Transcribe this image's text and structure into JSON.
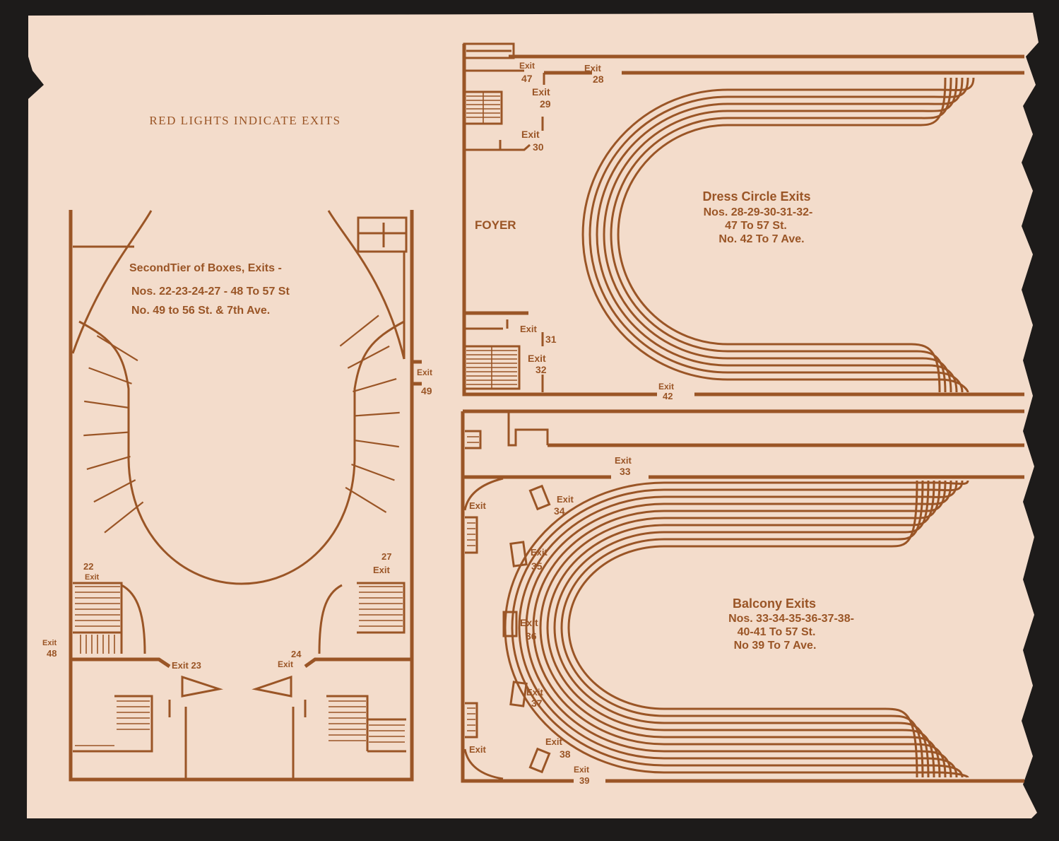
{
  "notice": "RED LIGHTS INDICATE EXITS",
  "colors": {
    "paper": "#f3dccb",
    "ink": "#9a5526",
    "background": "#1d1b1a"
  },
  "second_tier": {
    "title": "SecondTier of Boxes, Exits -",
    "line2": "Nos. 22-23-24-27 - 48 To 57 St",
    "line3": "No. 49 to 56 St. & 7th Ave.",
    "exit_word": "Exit",
    "exit_22": "22",
    "exit_23": "Exit 23",
    "exit_24": "24",
    "exit_27": "27",
    "exit_48": "48",
    "exit_49": "49"
  },
  "dress_circle": {
    "title": "Dress Circle Exits",
    "line2": "Nos. 28-29-30-31-32-",
    "line3": "47 To 57 St.",
    "line4": "No. 42 To 7 Ave.",
    "foyer": "FOYER",
    "exit_word": "Exit",
    "n47": "47",
    "n28": "28",
    "n29": "29",
    "n30": "30",
    "n31": "31",
    "n32": "32",
    "n42": "42"
  },
  "balcony": {
    "title": "Balcony Exits",
    "line2": "Nos. 33-34-35-36-37-38-",
    "line3": "40-41 To 57 St.",
    "line4": "No 39 To 7 Ave.",
    "exit_word": "Exit",
    "n33": "33",
    "n34": "34",
    "n35": "35",
    "n36": "36",
    "n37": "37",
    "n38": "38",
    "n39": "39"
  }
}
